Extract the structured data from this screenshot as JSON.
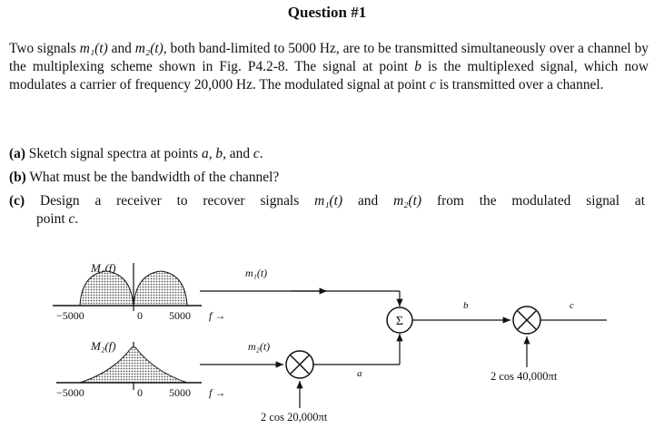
{
  "title": "Question #1",
  "intro": {
    "before_m1": "Two signals ",
    "m1": "m₁(t)",
    "and": " and ",
    "m2": "m₂(t)",
    "after_m2": ", both band-limited to 5000 Hz, are to be transmitted simultaneously over a channel by the multiplexing scheme shown in Fig. P4.2-8. The signal at point ",
    "b": "b",
    "is_the": " is the multiplexed signal, which now modulates a carrier of frequency 20,000 Hz. The modulated signal at point ",
    "c": "c",
    "end": " is transmitted over a channel."
  },
  "questions": {
    "a": {
      "label": "(a)",
      "text_before": " Sketch signal spectra at points ",
      "vars": "a, b,",
      "and": " and ",
      "c": "c",
      "period": "."
    },
    "b": {
      "label": "(b)",
      "text": " What must be the bandwidth of the channel?"
    },
    "c": {
      "label": "(c)",
      "text_before": " Design a receiver to recover signals ",
      "m1": "m₁(t)",
      "and": " and ",
      "m2": "m₂(t)",
      "text_after": " from the modulated signal at",
      "line2": "point ",
      "c": "c",
      "period": "."
    }
  },
  "figure": {
    "spectrum1": {
      "label": "M₁(f)",
      "left_tick": "−5000",
      "zero": "0",
      "right_tick": "5000",
      "axis": "f →"
    },
    "spectrum2": {
      "label": "M₂(f)",
      "left_tick": "−5000",
      "zero": "0",
      "right_tick": "5000",
      "axis": "f →"
    },
    "signal_m1": "m₁(t)",
    "signal_m2": "m₂(t)",
    "summer": "Σ",
    "point_a": "a",
    "point_b": "b",
    "point_c": "c",
    "carrier1": "2 cos 20,000πt",
    "carrier2": "2 cos 40,000πt"
  }
}
